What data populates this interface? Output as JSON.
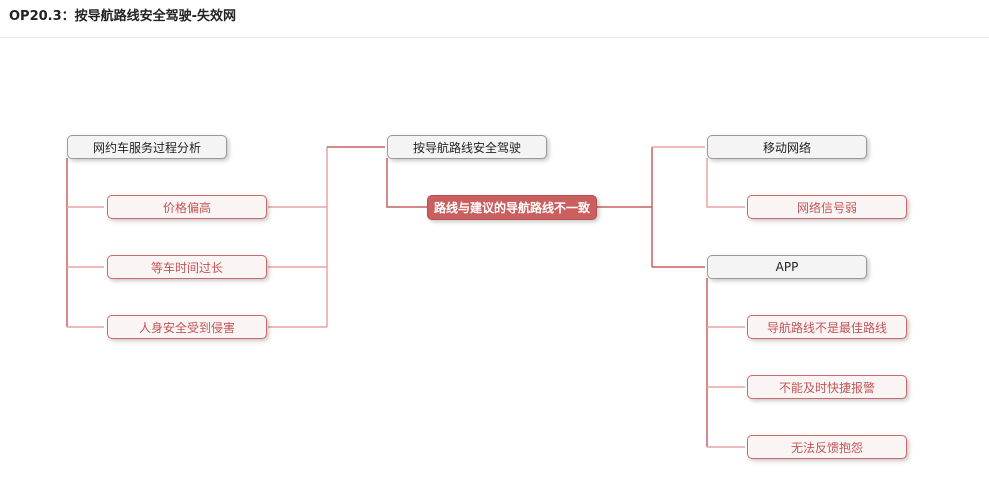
{
  "title": "OP20.3：按导航路线安全驾驶-失效网",
  "nodes": {
    "ride_service": "网约车服务过程分析",
    "price_high": "价格偏高",
    "wait_long": "等车时间过长",
    "safety_harmed": "人身安全受到侵害",
    "drive_by_route": "按导航路线安全驾驶",
    "route_mismatch": "路线与建议的导航路线不一致",
    "mobile_network": "移动网络",
    "weak_signal": "网络信号弱",
    "app": "APP",
    "not_best_route": "导航路线不是最佳路线",
    "no_quick_alarm": "不能及时快捷报警",
    "no_feedback": "无法反馈抱怨"
  },
  "colors": {
    "link_red": "#c9605f",
    "link_pink": "#e8a3a3",
    "node_pink_border": "#cc6a6a",
    "node_red_fill": "#c9605f",
    "node_gray_border": "#9a9a9a"
  }
}
